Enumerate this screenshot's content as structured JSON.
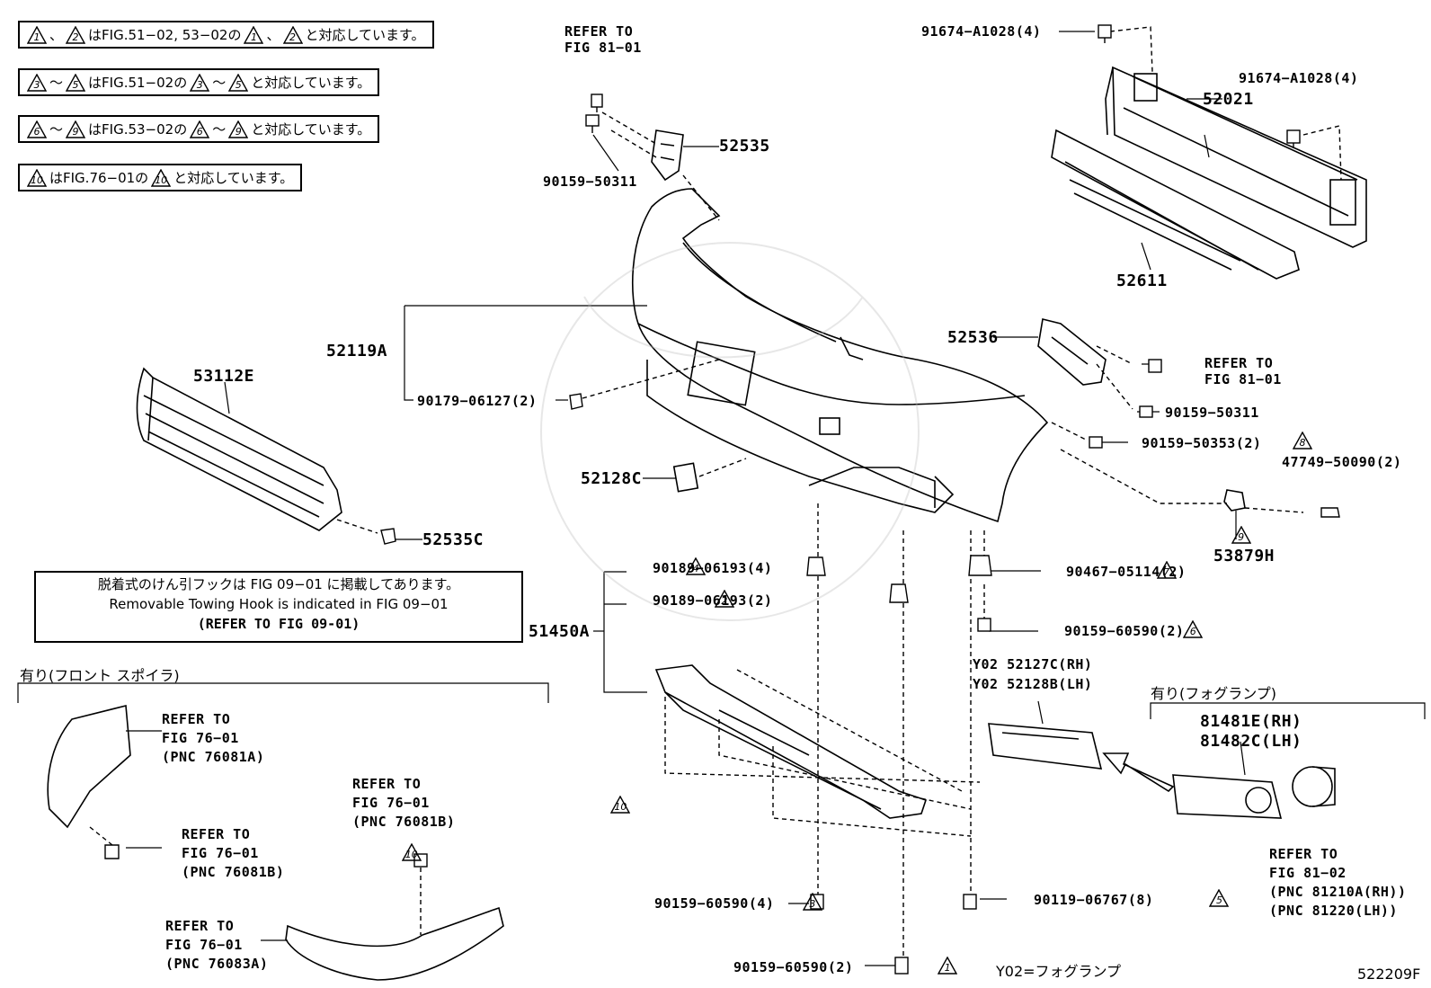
{
  "notes": [
    {
      "m1": "1",
      "sep": "、",
      "m2": "2",
      "text1": "はFIG.51−02, 53−02の",
      "m3": "1",
      "sep2": "、",
      "m4": "2",
      "text2": "と対応しています。"
    },
    {
      "m1": "3",
      "sep": "〜",
      "m2": "5",
      "text1": "はFIG.51−02の",
      "m3": "3",
      "sep2": "〜",
      "m4": "5",
      "text2": "と対応しています。"
    },
    {
      "m1": "6",
      "sep": "〜",
      "m2": "9",
      "text1": "はFIG.53−02の",
      "m3": "6",
      "sep2": "〜",
      "m4": "9",
      "text2": "と対応しています。"
    },
    {
      "m1": "10",
      "text1": "はFIG.76−01の",
      "m3": "10",
      "text2": "と対応しています。"
    }
  ],
  "towing": {
    "line1": "脱着式のけん引フックは FIG 09−01 に掲載してあります。",
    "line2": "Removable Towing Hook is indicated in FIG 09−01",
    "line3": "(REFER TO FIG 09-01)"
  },
  "parts": {
    "p91674a": "91674−A1028(4)",
    "p91674b": "91674−A1028(4)",
    "p52021": "52021",
    "p52611": "52611",
    "ref8101a_1": "REFER TO",
    "ref8101a_2": "FIG 81−01",
    "p52535": "52535",
    "p90159_50311a": "90159−50311",
    "p52119a": "52119A",
    "p90179": "90179−06127(2)",
    "p53112e": "53112E",
    "p52536": "52536",
    "ref8101b_1": "REFER TO",
    "ref8101b_2": "FIG 81−01",
    "p90159_50311b": "90159−50311",
    "p90159_50353": "90159−50353(2)",
    "m8": "8",
    "p47749": "47749−50090(2)",
    "p52128c": "52128C",
    "p52535c": "52535C",
    "m9": "9",
    "p53879h": "53879H",
    "m4": "4",
    "p90189a": "90189−06193(4)",
    "m2": "2",
    "p90189b": "90189−06193(2)",
    "m7": "7",
    "p90467": "90467−05114(2)",
    "p51450a": "51450A",
    "m6": "6",
    "p90159_60590a": "90159−60590(2)",
    "y02_rh": "Y02 52127C(RH)",
    "y02_lh": "Y02 52128B(LH)",
    "m3": "3",
    "p90159_60590b": "90159−60590(4)",
    "m5": "5",
    "p90119": "90119−06767(8)",
    "m1": "1",
    "p90159_60590c": "90159−60590(2)"
  },
  "spoiler": {
    "heading": "有り(フロント スポイラ)",
    "ref1": [
      "REFER TO",
      "FIG 76−01",
      "(PNC 76081A)"
    ],
    "ref2": [
      "REFER TO",
      "FIG 76−01",
      "(PNC 76081B)"
    ],
    "ref3": [
      "REFER TO",
      "FIG 76−01",
      "(PNC 76081B)"
    ],
    "ref4": [
      "REFER TO",
      "FIG 76−01",
      "(PNC 76083A)"
    ],
    "m10": "10"
  },
  "foglamp": {
    "heading": "有り(フォグランプ)",
    "rh": "81481E(RH)",
    "lh": "81482C(LH)",
    "ref": [
      "REFER TO",
      "FIG 81−02",
      "(PNC 81210A(RH))",
      "(PNC 81220(LH))"
    ]
  },
  "footer": {
    "y02_legend": "Y02=フォグランプ",
    "code": "522209F"
  }
}
